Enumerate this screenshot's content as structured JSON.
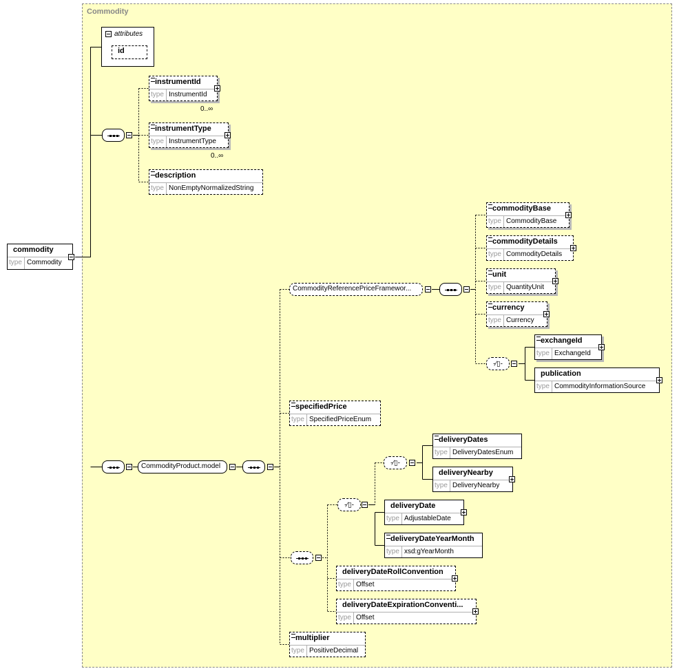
{
  "region": {
    "title": "Commodity"
  },
  "attributes": {
    "label": "attributes",
    "items": [
      "id"
    ]
  },
  "root": {
    "name": "commodity",
    "type_key": "type",
    "type": "Commodity"
  },
  "elements": {
    "instrumentId": {
      "name": "instrumentId",
      "type": "InstrumentId",
      "occurs": "0..∞"
    },
    "instrumentType": {
      "name": "instrumentType",
      "type": "InstrumentType",
      "occurs": "0..∞"
    },
    "description": {
      "name": "description",
      "type": "NonEmptyNormalizedString"
    },
    "commodityBase": {
      "name": "commodityBase",
      "type": "CommodityBase"
    },
    "commodityDetails": {
      "name": "commodityDetails",
      "type": "CommodityDetails"
    },
    "unit": {
      "name": "unit",
      "type": "QuantityUnit"
    },
    "currency": {
      "name": "currency",
      "type": "Currency"
    },
    "exchangeId": {
      "name": "exchangeId",
      "type": "ExchangeId"
    },
    "publication": {
      "name": "publication",
      "type": "CommodityInformationSource"
    },
    "specifiedPrice": {
      "name": "specifiedPrice",
      "type": "SpecifiedPriceEnum"
    },
    "deliveryDates": {
      "name": "deliveryDates",
      "type": "DeliveryDatesEnum"
    },
    "deliveryNearby": {
      "name": "deliveryNearby",
      "type": "DeliveryNearby"
    },
    "deliveryDate": {
      "name": "deliveryDate",
      "type": "AdjustableDate"
    },
    "deliveryDateYearMonth": {
      "name": "deliveryDateYearMonth",
      "type": "xsd:gYearMonth"
    },
    "deliveryDateRollConvention": {
      "name": "deliveryDateRollConvention",
      "type": "Offset"
    },
    "deliveryDateExpirationConvention": {
      "name": "deliveryDateExpirationConventi...",
      "type": "Offset"
    },
    "multiplier": {
      "name": "multiplier",
      "type": "PositiveDecimal"
    }
  },
  "groups": {
    "refPriceFramework": "CommodityReferencePriceFramewor...",
    "productModel": "CommodityProduct.model"
  },
  "colors": {
    "region_bg": "#ffffc6",
    "type_label": "#999999"
  }
}
